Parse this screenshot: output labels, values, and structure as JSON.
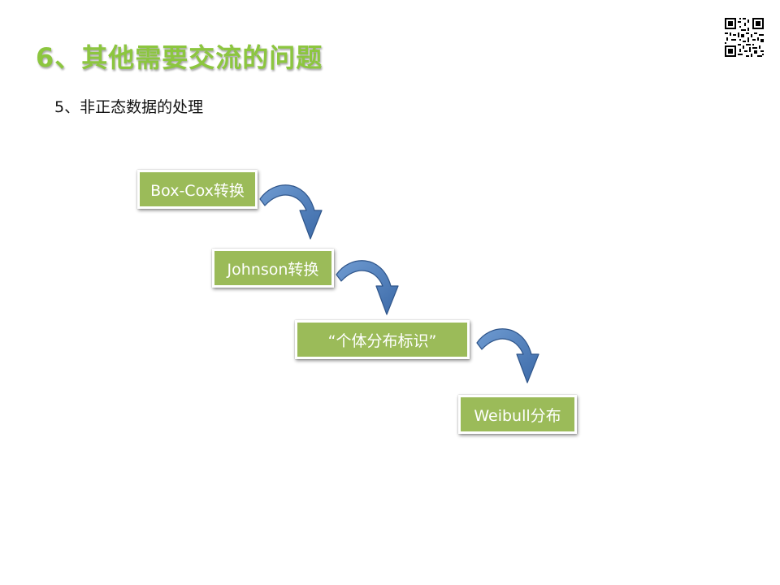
{
  "slide": {
    "title": "6、其他需要交流的问题",
    "subtitle": "5、非正态数据的处理"
  },
  "diagram": {
    "steps": [
      {
        "label": "Box-Cox转换"
      },
      {
        "label": "Johnson转换"
      },
      {
        "label": "“个体分布标识”"
      },
      {
        "label": "Weibull分布"
      }
    ],
    "colors": {
      "box_fill": "#9bbb59",
      "box_text": "#ffffff",
      "arrow_fill": "#4f81bd",
      "title_color": "#8cc63f"
    }
  },
  "qr_code": {
    "icon": "qr-code-icon"
  }
}
